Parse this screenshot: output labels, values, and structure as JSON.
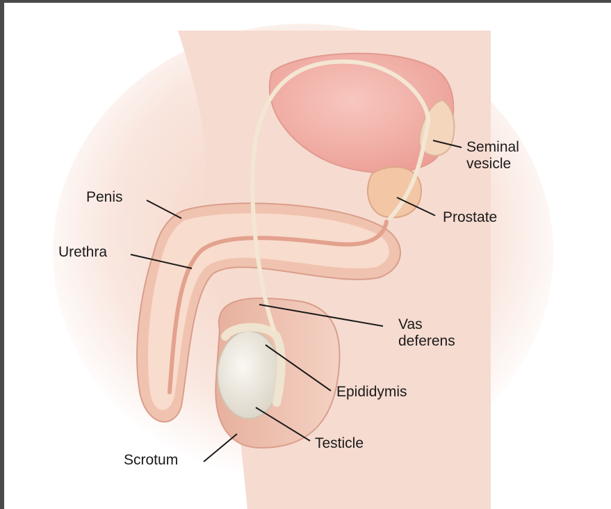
{
  "labels": {
    "seminal_vesicle": "Seminal\nvesicle",
    "prostate": "Prostate",
    "penis": "Penis",
    "urethra": "Urethra",
    "vas_deferens": "Vas\ndeferens",
    "epididymis": "Epididymis",
    "testicle": "Testicle",
    "scrotum": "Scrotum"
  },
  "colors": {
    "background_glow": "#f6ddd2",
    "skin": "#efc3b2",
    "skin_shadow": "#d99e8b",
    "bladder": "#f2b5ad",
    "prostate": "#f4c9a9",
    "spongy_tissue": "#f8dccd",
    "urethra_tube": "#e7a994",
    "vas_deferens": "#f6ecd9",
    "testicle": "#efebe2",
    "leader_line": "#1a1a1a"
  }
}
